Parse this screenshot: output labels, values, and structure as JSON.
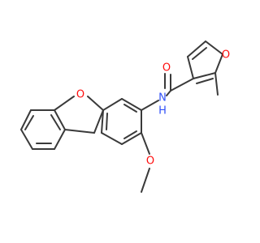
{
  "colors": {
    "background": "#ffffff",
    "bond": "#3a3a3a",
    "oxygen": "#ff0d0d",
    "nitrogen": "#3050f8"
  },
  "atoms": {
    "furan_oxygen": "O",
    "dibenzofuran_oxygen": "O",
    "amide_oxygen": "O",
    "methoxy_oxygen": "O",
    "amide_nitrogen": "N",
    "amide_hydrogen": "H"
  }
}
